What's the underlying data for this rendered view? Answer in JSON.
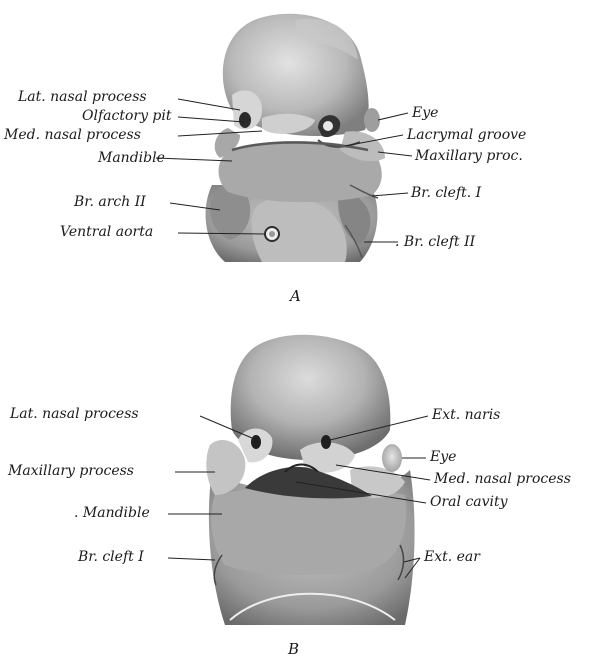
{
  "figure_a": {
    "panel_letter": "A",
    "labels": {
      "lat_nasal_process": "Lat. nasal process",
      "olfactory_pit": "Olfactory pit",
      "med_nasal_process": "Med. nasal process",
      "mandible": "Mandible",
      "br_arch_ii": "Br. arch II",
      "ventral_aorta": "Ventral aorta",
      "eye": "Eye",
      "lacrymal_groove": "Lacrymal groove",
      "maxillary_proc": "Maxillary proc.",
      "br_cleft_i": "Br. cleft. I",
      "br_cleft_ii": ". Br. cleft II"
    }
  },
  "figure_b": {
    "panel_letter": "B",
    "labels": {
      "lat_nasal_process": "Lat. nasal process",
      "maxillary_process": "Maxillary process",
      "mandible": ". Mandible",
      "br_cleft_i": "Br. cleft I",
      "ext_naris": "Ext. naris",
      "eye": "Eye",
      "med_nasal_process": "Med. nasal process",
      "oral_cavity": "Oral cavity",
      "ext_ear": "Ext. ear"
    }
  }
}
